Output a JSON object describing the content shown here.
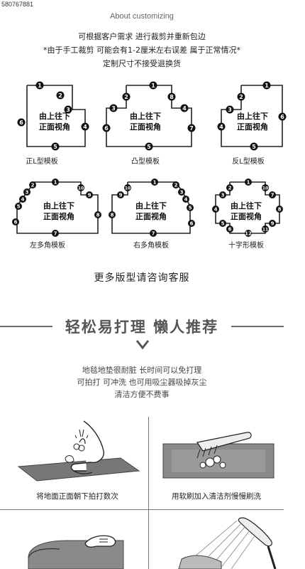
{
  "product_id": "580767881",
  "header": {
    "about": "About customizing"
  },
  "notes": [
    "可根据客户需求 进行裁剪并重新包边",
    "*由于手工裁剪 可能会有1-2厘米左右误差 属于正常情况*",
    "定制尺寸不接受退换货"
  ],
  "view_text": [
    "由上往下",
    "正面视角"
  ],
  "templates": [
    {
      "label": "正L型模板",
      "nums": [
        "1",
        "2",
        "3",
        "4",
        "5",
        "6"
      ]
    },
    {
      "label": "凸型模板",
      "nums": [
        "1",
        "2",
        "3",
        "4",
        "5",
        "6",
        "7",
        "8"
      ]
    },
    {
      "label": "反L型模板",
      "nums": [
        "1",
        "2",
        "3",
        "4",
        "5",
        "6"
      ]
    },
    {
      "label": "左多角模板",
      "nums": [
        "1",
        "2",
        "3",
        "4",
        "5",
        "6",
        "7",
        "8",
        "9",
        "10"
      ]
    },
    {
      "label": "右多角模板",
      "nums": [
        "1",
        "2",
        "3",
        "4",
        "5",
        "6",
        "7",
        "8",
        "9",
        "10"
      ]
    },
    {
      "label": "十字形模板",
      "nums": [
        "1",
        "2",
        "3",
        "4",
        "5",
        "6",
        "7",
        "8",
        "9",
        "10",
        "11",
        "12"
      ]
    }
  ],
  "more_shapes": "更多版型请咨询客服",
  "care": {
    "title": "轻松易打理 懒人推荐",
    "description": [
      "地毯地垫很耐脏 长时间可以免打理",
      "可拍打 可冲洗 也可用吸尘器吸掉灰尘",
      "清洁方便不费事"
    ],
    "steps": [
      {
        "caption": "将地面正面朝下拍打数次"
      },
      {
        "caption": "用软刷加入清洁剂慢慢刷洗"
      }
    ]
  },
  "colors": {
    "text": "#222222",
    "line": "#6a6a6a",
    "muted": "#555555"
  }
}
